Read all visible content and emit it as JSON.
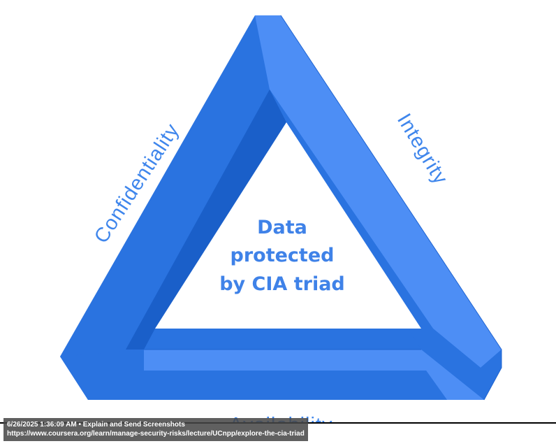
{
  "diagram": {
    "labels": {
      "left": "Confidentiality",
      "right": "Integrity",
      "bottom": "Availability"
    },
    "center_lines": [
      "Data",
      "protected",
      "by CIA triad"
    ],
    "colors": {
      "main": "#2a73e0",
      "light": "#4d8ef5",
      "dark": "#1a5fc9",
      "edge": "#1f64d1",
      "label": "#3f86ec",
      "center_text": "#3f82e8"
    }
  },
  "overlay": {
    "line1": "6/26/2025 1:36:09 AM • Explain and Send Screenshots",
    "line2": "https://www.coursera.org/learn/manage-security-risks/lecture/UCnpp/explore-the-cia-triad"
  }
}
